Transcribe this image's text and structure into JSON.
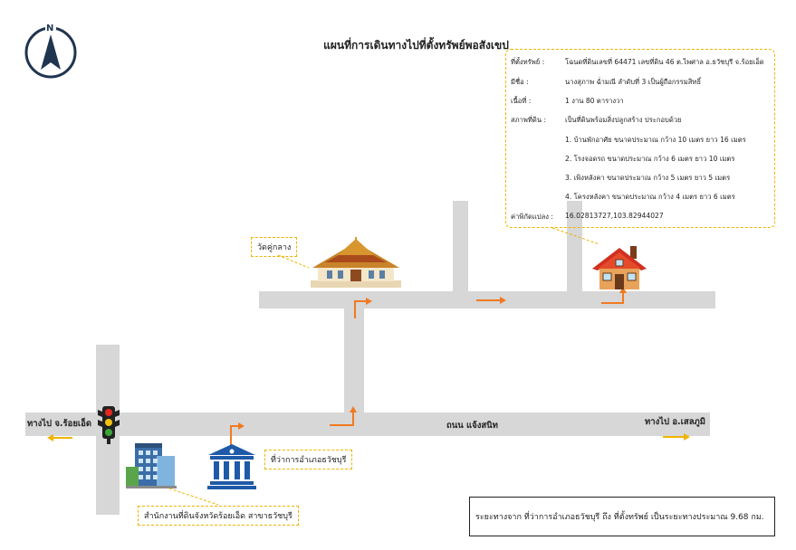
{
  "title": "แผนที่การเดินทางไปที่ตั้งทรัพย์พอสังเขป",
  "compass": {
    "label": "N",
    "icon": "north-arrow-icon"
  },
  "info": {
    "rows": [
      {
        "label": "ที่ตั้งทรัพย์ :",
        "value": "โฉนดที่ดินเลขที่ 64471 เลขที่ดิน 46 ต.ไพศาล อ.ธวัชบุรี จ.ร้อยเอ็ด"
      },
      {
        "label": "มีชื่อ :",
        "value": "นางสุภาพ ฉ่ำมณี ลำดับที่ 3 เป็นผู้ถือกรรมสิทธิ์"
      },
      {
        "label": "เนื้อที่ :",
        "value": "1 งาน 80 ตารางวา"
      },
      {
        "label": "สภาพที่ดิน :",
        "value": "เป็นที่ดินพร้อมสิ่งปลูกสร้าง ประกอบด้วย"
      }
    ],
    "items": [
      "1. บ้านพักอาศัย ขนาดประมาณ กว้าง 10 เมตร ยาว 16 เมตร",
      "2. โรงจอดรถ ขนาดประมาณ กว้าง 6 เมตร ยาว 10 เมตร",
      "3. เพิงหลังคา ขนาดประมาณ กว้าง 5 เมตร ยาว 5 เมตร",
      "4. โครงหลังคา ขนาดประมาณ กว้าง 4 เมตร ยาว 6 เมตร"
    ],
    "coord_label": "ค่าพิกัดแปลง :",
    "coord_value": "16.02813727,103.82944027"
  },
  "labels": {
    "temple": "วัดคู่กลาง",
    "district_office": "ที่ว่าการอำเภอธวัชบุรี",
    "land_office": "สำนักงานที่ดินจังหวัดร้อยเอ็ด สาขาธวัชบุรี",
    "road_name": "ถนน แจ้งสนิท",
    "to_left": "ทางไป จ.ร้อยเอ็ด",
    "to_right": "ทางไป อ.เสลภูมิ"
  },
  "distance_note": "ระยะทางจาก ที่ว่าการอำเภอธวัชบุรี ถึง ที่ตั้งทรัพย์ เป็นระยะทางประมาณ 9.68 กม.",
  "icons": [
    "north-arrow-icon",
    "traffic-light-icon",
    "temple-icon",
    "house-icon",
    "government-building-icon",
    "office-building-icon"
  ],
  "colors": {
    "road": "#d7d7d7",
    "route_arrow": "#f07a22",
    "callout_border": "#f0b400",
    "compass": "#1f3550"
  }
}
